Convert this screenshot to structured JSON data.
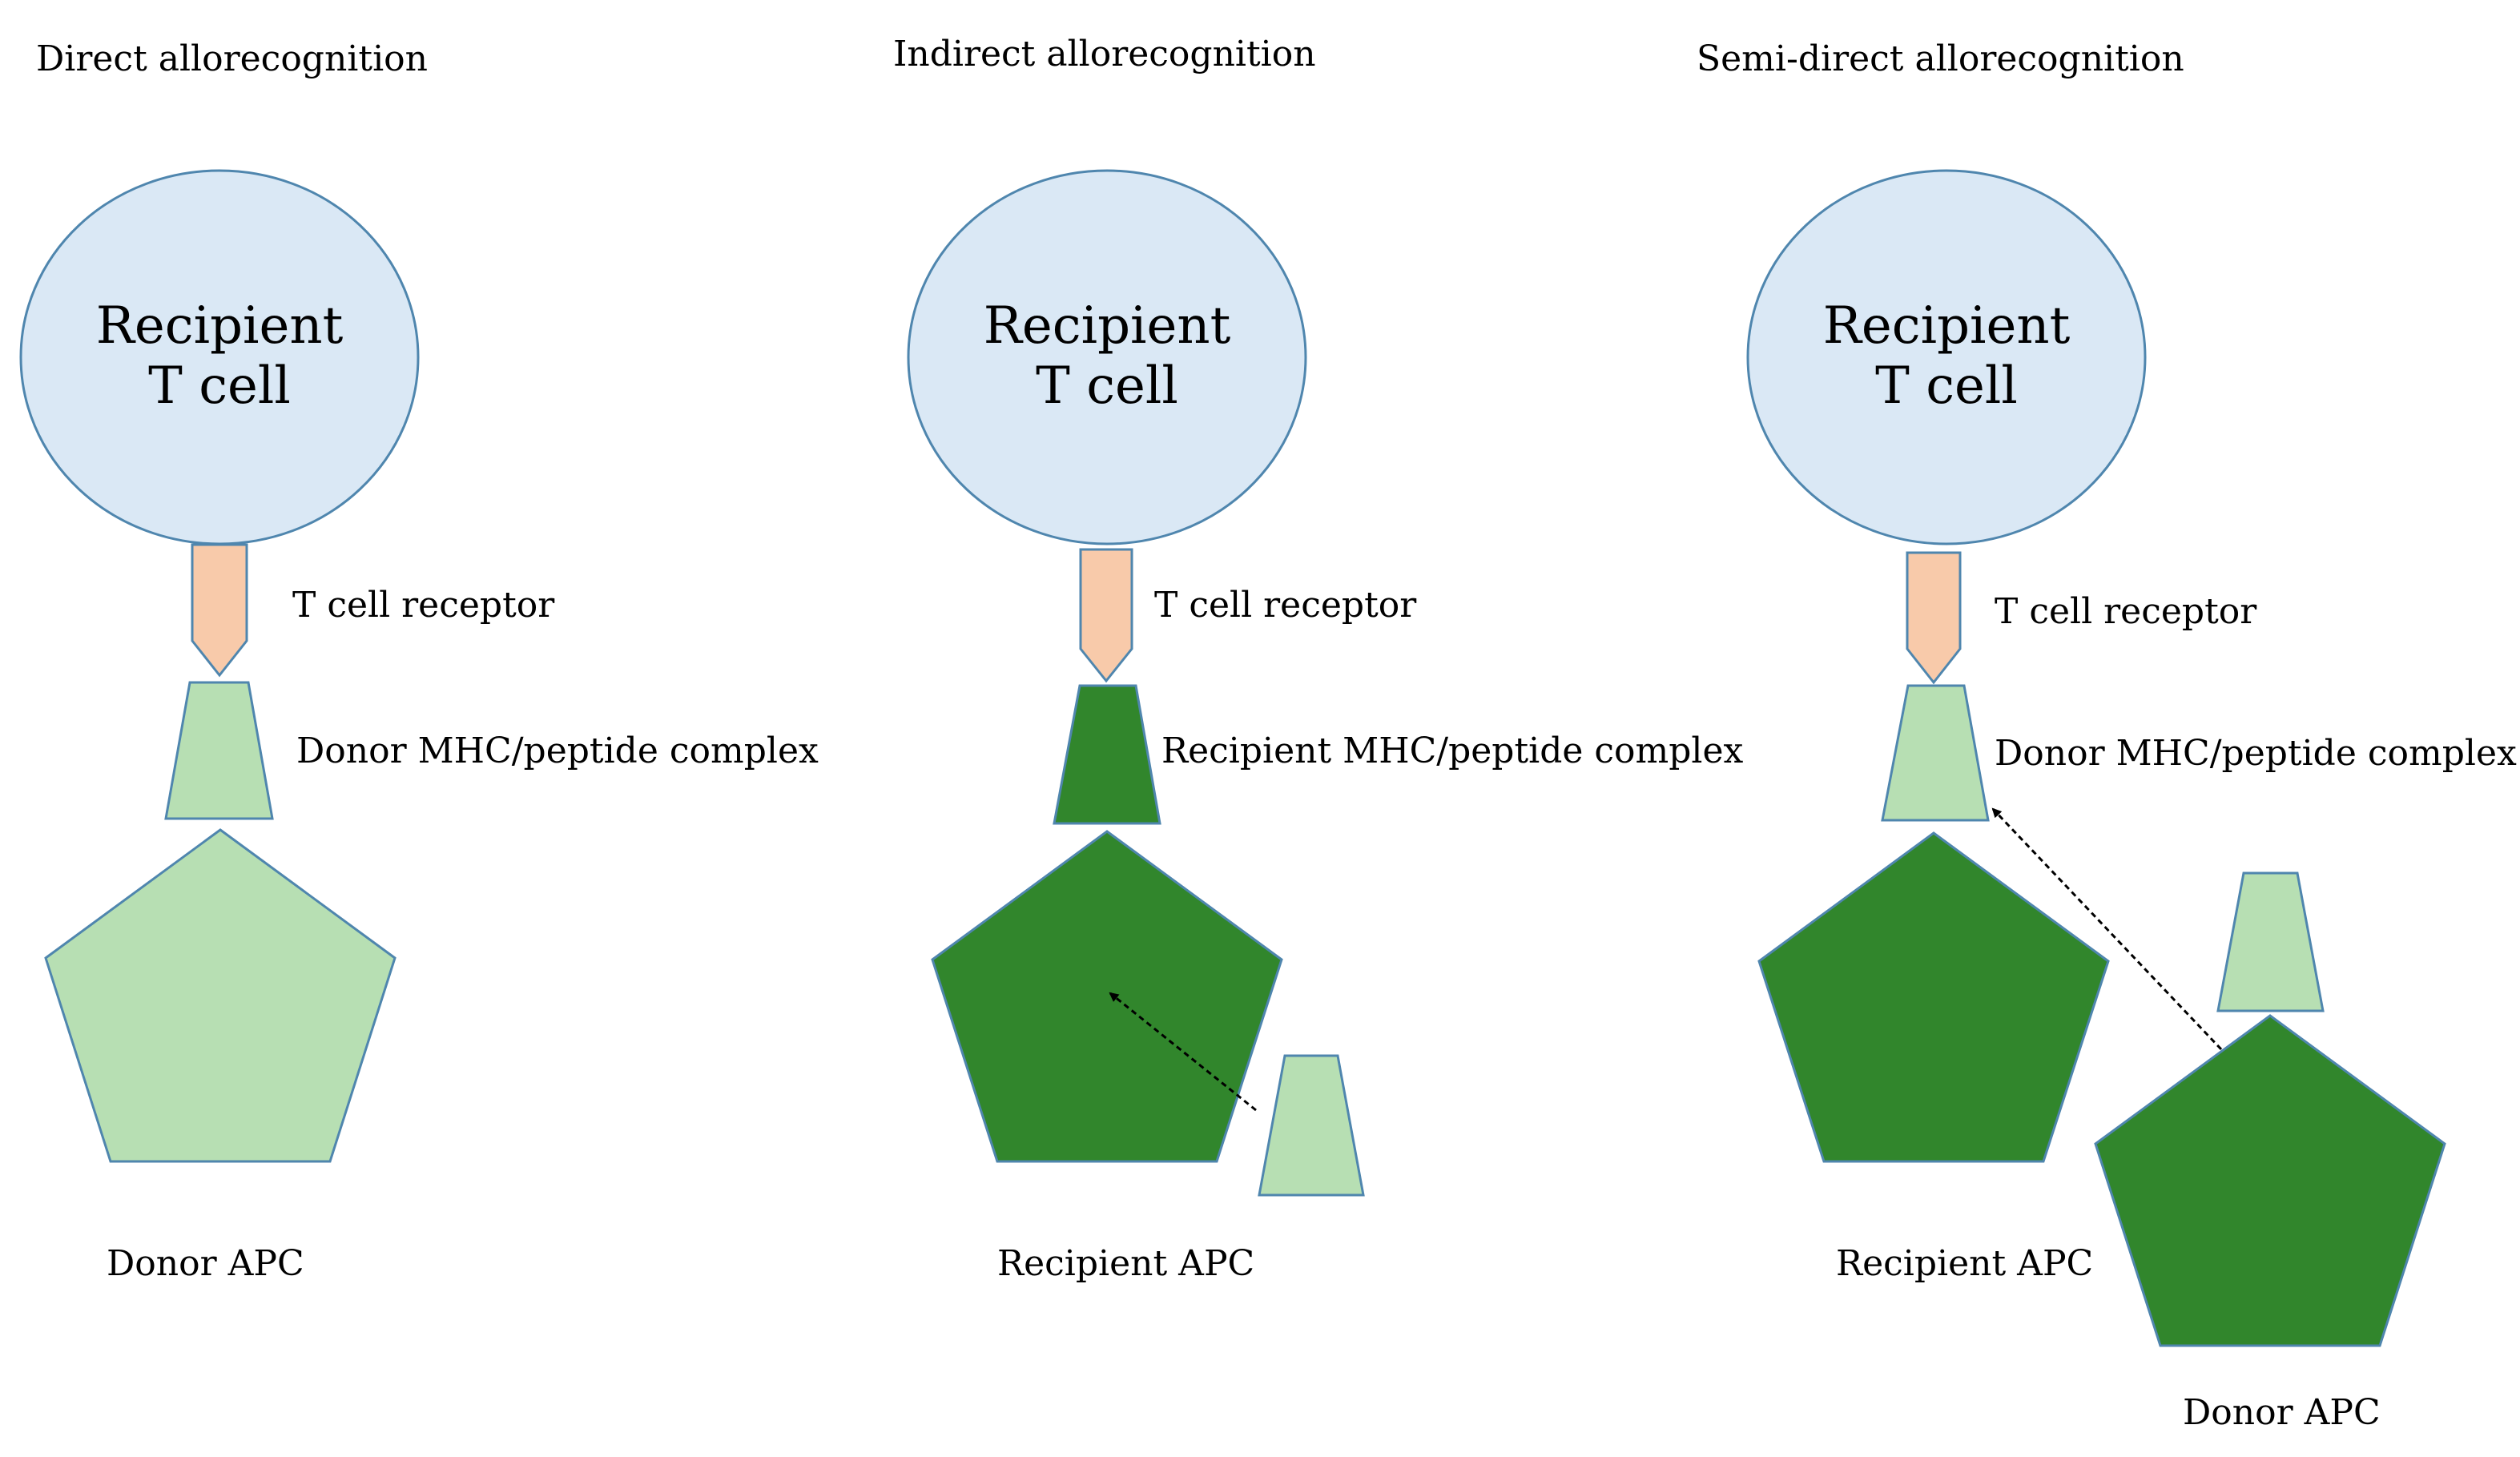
{
  "colors": {
    "tcell_fill": "#dae8f5",
    "tcell_stroke": "#4f86ae",
    "receptor_fill": "#f8caaa",
    "receptor_stroke": "#4f86ae",
    "light_green": "#b7dfb3",
    "dark_green": "#31862c",
    "shape_stroke": "#4f86ae",
    "arrow": "#000000"
  },
  "panels": [
    {
      "title": "Direct allorecognition",
      "tcell_line1": "Recipient",
      "tcell_line2": "T cell",
      "receptor_label": "T cell receptor",
      "mhc_label": "Donor MHC/peptide complex",
      "apc_label": "Donor APC"
    },
    {
      "title": "Indirect allorecognition",
      "tcell_line1": "Recipient",
      "tcell_line2": "T cell",
      "receptor_label": "T cell receptor",
      "mhc_label": "Recipient MHC/peptide complex",
      "apc_label": "Recipient APC"
    },
    {
      "title": "Semi-direct allorecognition",
      "tcell_line1": "Recipient",
      "tcell_line2": "T cell",
      "receptor_label": "T cell receptor",
      "mhc_label": "Donor MHC/peptide complex",
      "apc_label": "Recipient APC",
      "donor_apc_label": "Donor APC"
    }
  ]
}
